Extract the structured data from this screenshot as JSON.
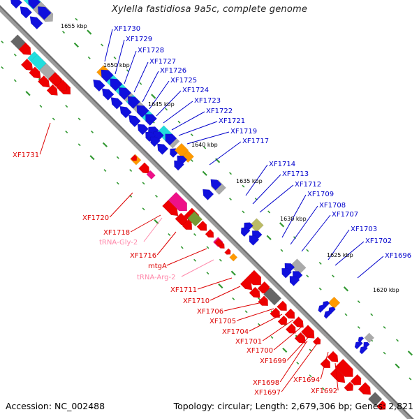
{
  "title": "Xylella fastidiosa 9a5c, complete genome",
  "footer": {
    "accession": "Accession: NC_002488",
    "summary": "Topology: circular; Length: 2,679,306 bp; Genes: 2,821"
  },
  "colors": {
    "upper_gene_label": "#0000cc",
    "lower_gene_label": "#dd0000",
    "rna_label": "#ff88aa",
    "backbone": "#7a7a7a",
    "tick": "#339933"
  },
  "kbp_markers": [
    "1655 kbp",
    "1650 kbp",
    "1645 kbp",
    "1640 kbp",
    "1635 kbp",
    "1630 kbp",
    "1625 kbp",
    "1620 kbp"
  ],
  "upper_labels": [
    "XF1730",
    "XF1729",
    "XF1728",
    "XF1727",
    "XF1726",
    "XF1725",
    "XF1724",
    "XF1723",
    "XF1722",
    "XF1721",
    "XF1719",
    "XF1717",
    "XF1714",
    "XF1713",
    "XF1712",
    "XF1709",
    "XF1708",
    "XF1707",
    "XF1703",
    "XF1702",
    "XF1696"
  ],
  "lower_labels": [
    "XF1731",
    "XF1720",
    "XF1718",
    "tRNA-Gly-2",
    "XF1716",
    "mtgA",
    "tRNA-Arg-2",
    "XF1711",
    "XF1710",
    "XF1706",
    "XF1705",
    "XF1704",
    "XF1701",
    "XF1700",
    "XF1699",
    "XF1698",
    "XF1697",
    "XF1694",
    "XF1692"
  ]
}
